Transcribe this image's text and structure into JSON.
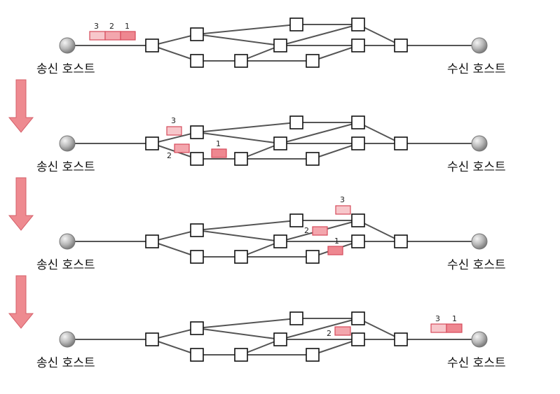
{
  "labels": {
    "sender": "송신 호스트",
    "receiver": "수신 호스트"
  },
  "colors": {
    "link": "#555555",
    "router_border": "#111111",
    "router_fill": "#ffffff",
    "arrow_fill": "#ee8a90",
    "arrow_stroke": "#d6606a",
    "packet_light": "#f7c7cb",
    "packet_mid": "#f3a6ad",
    "packet_dark": "#ee8790",
    "packet_border": "#d64a5a"
  },
  "stages": [
    {
      "packet_numbers": [
        "3",
        "2",
        "1"
      ]
    },
    {
      "packet_numbers": [
        "3",
        "2",
        "1"
      ]
    },
    {
      "packet_numbers": [
        "3",
        "2",
        "1"
      ]
    },
    {
      "packet_numbers": [
        "2",
        "3",
        "1"
      ]
    }
  ]
}
